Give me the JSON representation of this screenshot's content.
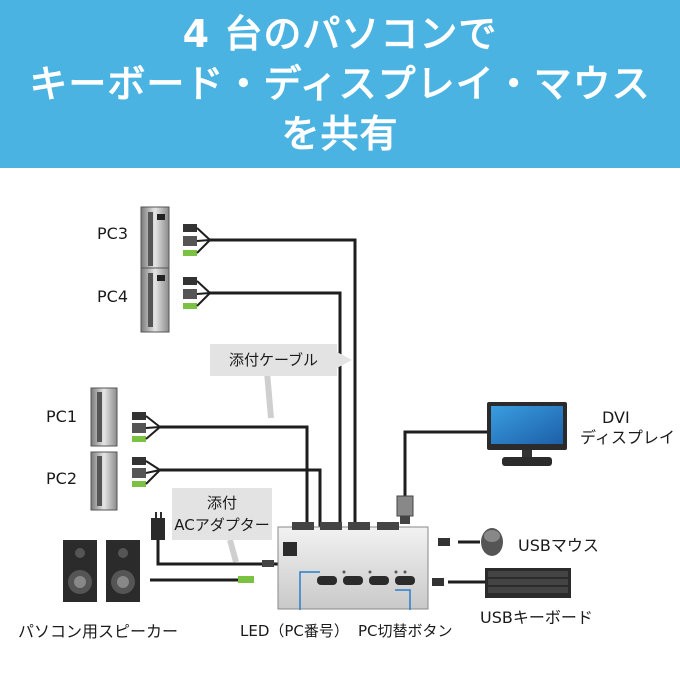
{
  "banner": {
    "line1": "4 台のパソコンで",
    "line2": "キーボード・ディスプレイ・マウス",
    "line3": "を共有"
  },
  "labels": {
    "pc3": "PC3",
    "pc4": "PC4",
    "pc1": "PC1",
    "pc2": "PC2",
    "cable": "添付ケーブル",
    "adapter_line1": "添付",
    "adapter_line2": "ACアダプター",
    "dvi_line1": "DVI",
    "dvi_line2": "ディスプレイ",
    "usb_mouse": "USBマウス",
    "usb_keyboard": "USBキーボード",
    "speakers": "パソコン用スピーカー",
    "led": "LED（PC番号）",
    "switch_button": "PC切替ボタン"
  },
  "colors": {
    "banner": "#4ab3e2",
    "cable": "#1e1e1e",
    "audio_green": "#7cc242",
    "callout": "#e3e3e3",
    "monitor_screen": "#2a7fc9"
  }
}
